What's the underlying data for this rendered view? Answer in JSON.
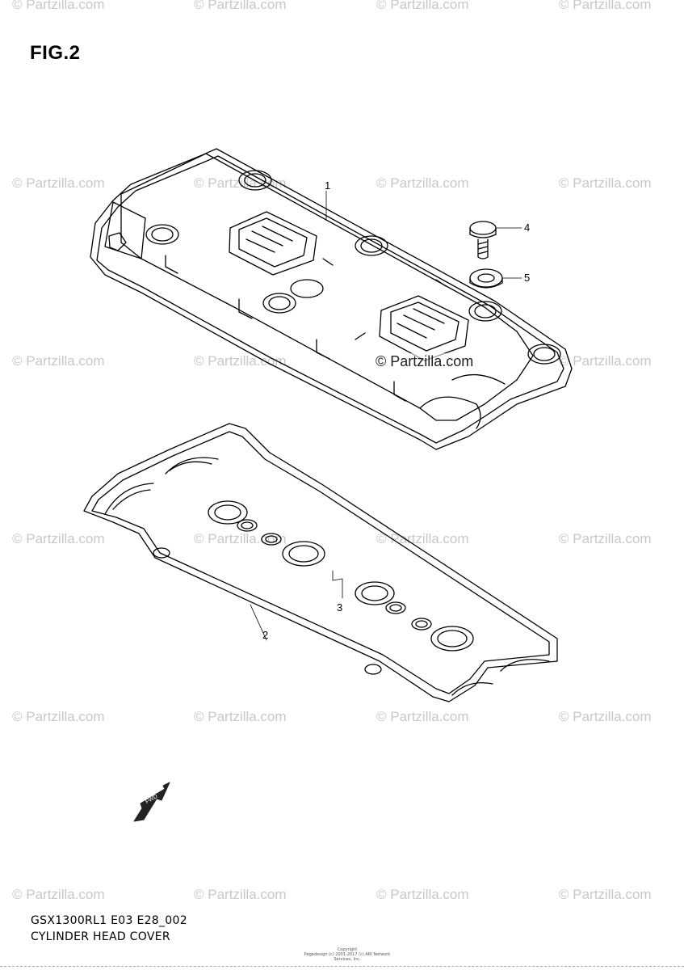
{
  "figure_label": "FIG.2",
  "watermark_text": "© Partzilla.com",
  "center_watermark_text": "© Partzilla.com",
  "callouts": {
    "head_cover": "1",
    "gasket_cover": "2",
    "gasket_plug": "3",
    "bolt": "4",
    "washer": "5"
  },
  "fwd_label": "FWD",
  "model_code": "GSX1300RL1 E03 E28_002",
  "diagram_name": "CYLINDER HEAD COVER",
  "copyright_line1": "Copyright",
  "copyright_line2": "Pagedesign (c) 2001-2017 (c) ARI Network Services, Inc.",
  "colors": {
    "line": "#000000",
    "watermark": "#c8c8c8",
    "background": "#ffffff"
  }
}
